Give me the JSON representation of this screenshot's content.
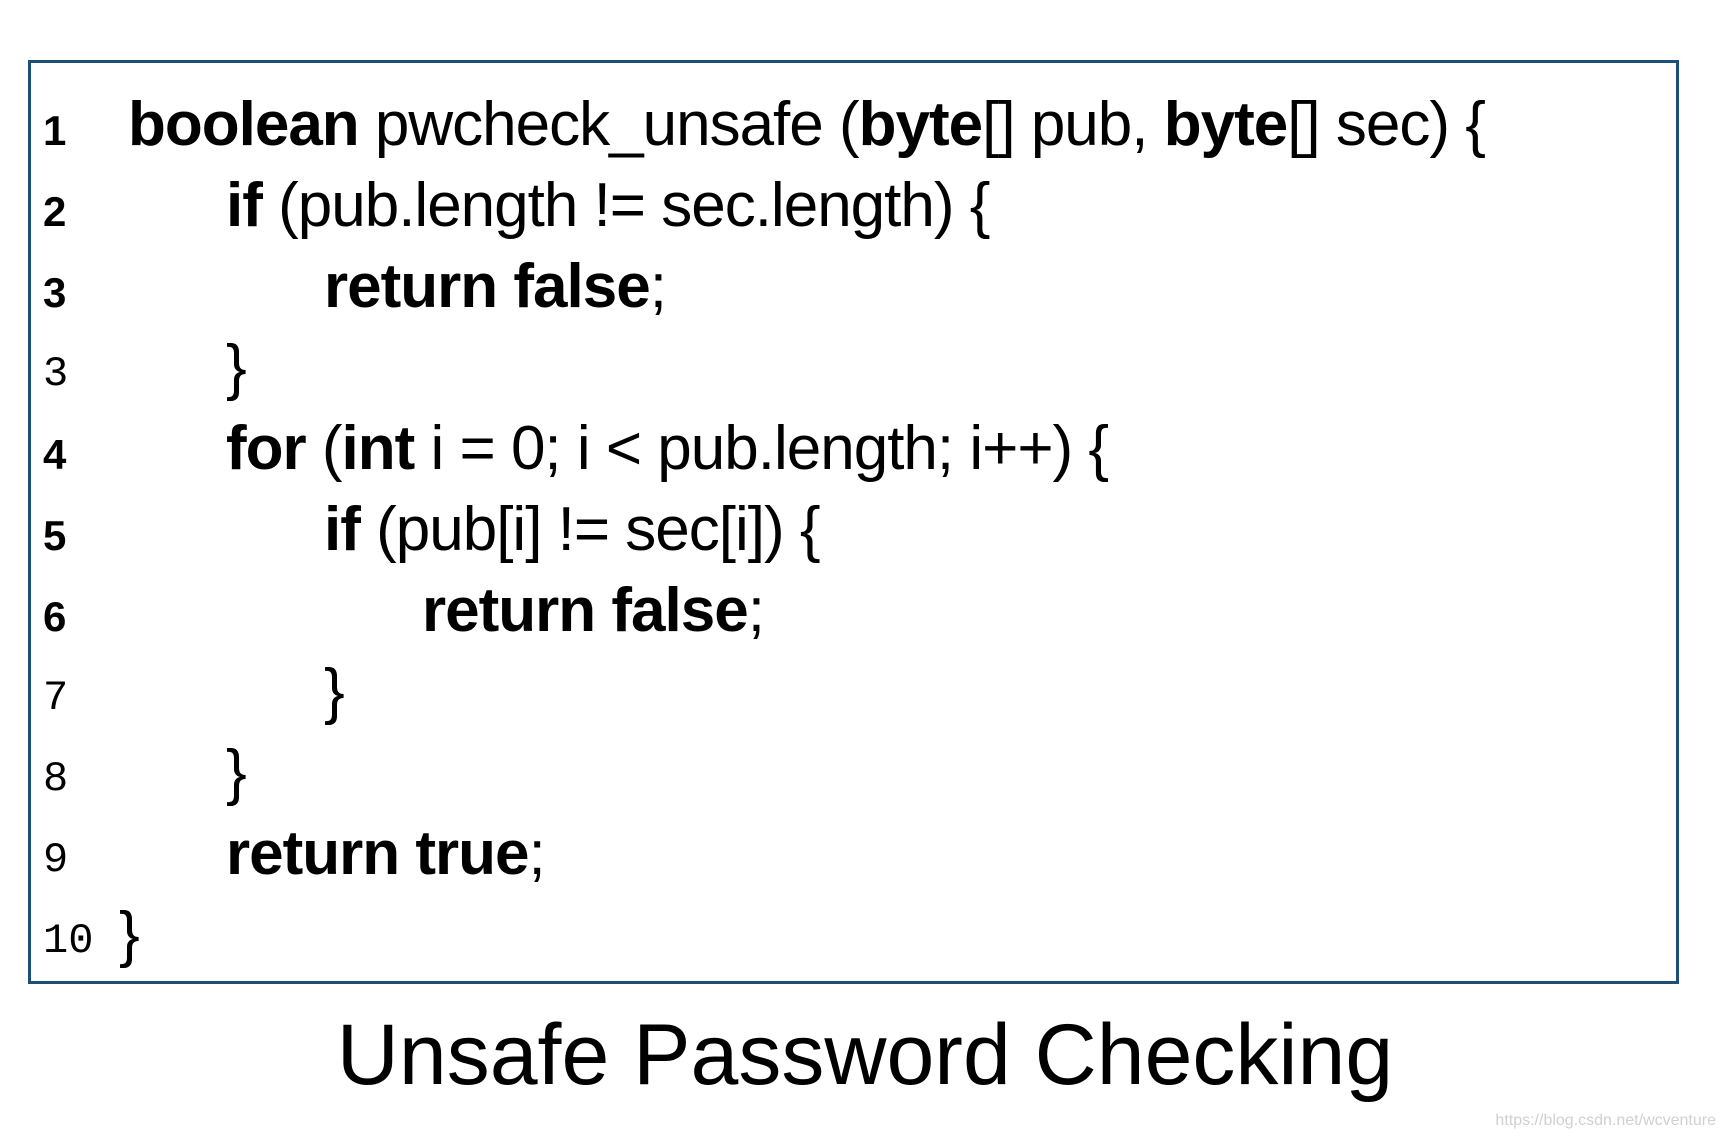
{
  "code": {
    "lines": [
      {
        "num": "1",
        "num_style": "bold",
        "indent": 0,
        "parts": [
          {
            "t": "boolean",
            "b": true
          },
          {
            "t": " pwcheck_unsafe ",
            "b": false
          },
          {
            "t": "(",
            "b": false
          },
          {
            "t": "byte",
            "b": true
          },
          {
            "t": "[] pub, ",
            "b": false
          },
          {
            "t": "byte",
            "b": true
          },
          {
            "t": "[] sec) {",
            "b": false
          }
        ]
      },
      {
        "num": "2",
        "num_style": "bold",
        "indent": 1,
        "parts": [
          {
            "t": "if",
            "b": true
          },
          {
            "t": " (pub.length != sec.length) {",
            "b": false
          }
        ]
      },
      {
        "num": "3",
        "num_style": "bold",
        "indent": 2,
        "parts": [
          {
            "t": "return",
            "b": true
          },
          {
            "t": " ",
            "b": false
          },
          {
            "t": "false",
            "b": true
          },
          {
            "t": ";",
            "b": false
          }
        ]
      },
      {
        "num": "3",
        "num_style": "mono",
        "indent": 1,
        "parts": [
          {
            "t": "}",
            "b": false
          }
        ]
      },
      {
        "num": "4",
        "num_style": "bold",
        "indent": 1,
        "parts": [
          {
            "t": "for",
            "b": true
          },
          {
            "t": " (",
            "b": false
          },
          {
            "t": "int",
            "b": true
          },
          {
            "t": " i = 0; i < pub.length; i++) {",
            "b": false
          }
        ]
      },
      {
        "num": "5",
        "num_style": "bold",
        "indent": 2,
        "parts": [
          {
            "t": "if",
            "b": true
          },
          {
            "t": " (pub[i] != sec[i]) {",
            "b": false
          }
        ]
      },
      {
        "num": "6",
        "num_style": "bold",
        "indent": 3,
        "parts": [
          {
            "t": "return",
            "b": true
          },
          {
            "t": " ",
            "b": false
          },
          {
            "t": "false",
            "b": true
          },
          {
            "t": ";",
            "b": false
          }
        ]
      },
      {
        "num": "7",
        "num_style": "mono",
        "indent": 2,
        "parts": [
          {
            "t": "}",
            "b": false
          }
        ]
      },
      {
        "num": "8",
        "num_style": "mono",
        "indent": 1,
        "parts": [
          {
            "t": "}",
            "b": false
          }
        ]
      },
      {
        "num": "9",
        "num_style": "mono",
        "indent": 1,
        "parts": [
          {
            "t": "return",
            "b": true
          },
          {
            "t": " ",
            "b": false
          },
          {
            "t": "true",
            "b": true
          },
          {
            "t": ";",
            "b": false
          }
        ]
      },
      {
        "num": "10",
        "num_style": "mono",
        "indent": -1,
        "parts": [
          {
            "t": "}",
            "b": false
          }
        ]
      }
    ]
  },
  "caption": "Unsafe Password Checking",
  "watermark": "https://blog.csdn.net/wcventure",
  "colors": {
    "border": "#1f4e79",
    "text": "#000000",
    "watermark": "#d0d0d0"
  }
}
